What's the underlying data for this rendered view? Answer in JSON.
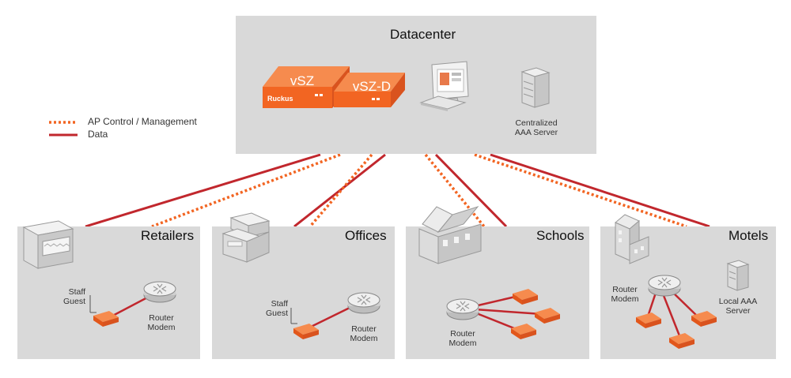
{
  "legend": {
    "control_label": "AP Control / Management",
    "data_label": "Data"
  },
  "datacenter": {
    "title": "Datacenter",
    "vsz_label": "vSZ",
    "vszd_label": "vSZ-D",
    "brand_text": "Ruckus",
    "aaa_label": "Centralized\nAAA Server"
  },
  "sites": {
    "retailers": {
      "title": "Retailers",
      "ap_label": "Staff\nGuest",
      "router_label": "Router\nModem"
    },
    "offices": {
      "title": "Offices",
      "ap_label": "Staff\nGuest",
      "router_label": "Router\nModem"
    },
    "schools": {
      "title": "Schools",
      "router_label": "Router\nModem"
    },
    "motels": {
      "title": "Motels",
      "router_label": "Router\nModem",
      "aaa_label": "Local AAA\nServer"
    }
  },
  "colors": {
    "orange": "#f26522",
    "data_red": "#c1272d",
    "panel_gray": "#d9d9d9"
  }
}
